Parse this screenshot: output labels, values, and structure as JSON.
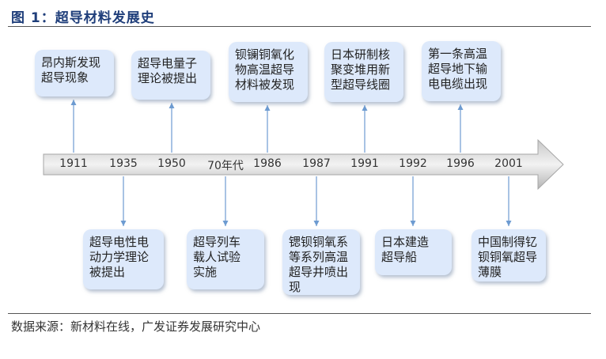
{
  "title": "图 1：超导材料发展史",
  "source": "数据来源：新材料在线，广发证券发展研究中心",
  "colors": {
    "title": "#1f3e7a",
    "card_bg": "#dde9fb",
    "connector": "#6d9bd1",
    "arrow": "#a6a6a6"
  },
  "timeline": {
    "years": [
      "1911",
      "1935",
      "1950",
      "70年代",
      "1986",
      "1987",
      "1991",
      "1992",
      "1996",
      "2001"
    ],
    "events_above": [
      {
        "year": "1911",
        "text": "昂内斯发现\n超导现象"
      },
      {
        "year": "1950",
        "text": "超导电量子\n理论被提出"
      },
      {
        "year": "1986",
        "text": "钡镧铜氧化\n物高温超导\n材料被发现"
      },
      {
        "year": "1991",
        "text": "日本研制核\n聚变堆用新\n型超导线圈"
      },
      {
        "year": "1996",
        "text": "第一条高温\n超导地下输\n电电缆出现"
      }
    ],
    "events_below": [
      {
        "year": "1935",
        "text": "超导电性电\n动力学理论\n被提出"
      },
      {
        "year": "70年代",
        "text": "超导列车\n载人试验\n实施"
      },
      {
        "year": "1987",
        "text": "锶钡铜氧系\n等系列高温\n超导井喷出\n现"
      },
      {
        "year": "1992",
        "text": "日本建造\n超导船"
      },
      {
        "year": "2001",
        "text": "中国制得钇\n钡铜氧超导\n薄膜"
      }
    ]
  }
}
